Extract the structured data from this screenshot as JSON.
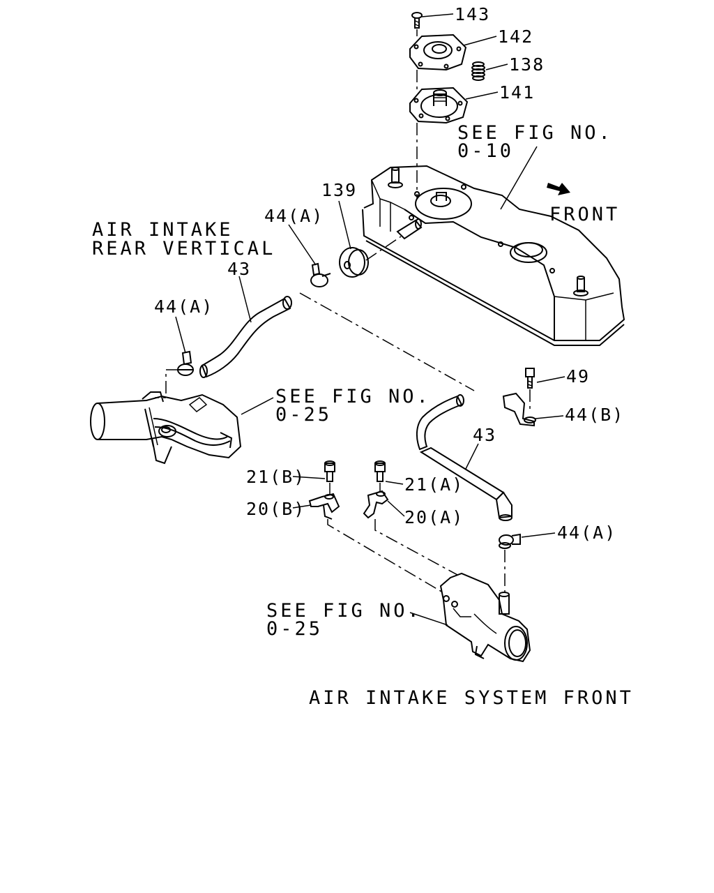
{
  "labels": {
    "p143": "143",
    "p142": "142",
    "p138": "138",
    "p141": "141",
    "see_fig_top_1": "SEE FIG NO.",
    "see_fig_top_2": "0-10",
    "front": "FRONT",
    "p139": "139",
    "p44a_top": "44(A)",
    "air_intake_rear_1": "AIR INTAKE",
    "air_intake_rear_2": "REAR VERTICAL",
    "p43_left": "43",
    "p44a_left": "44(A)",
    "see_fig_mid_1": "SEE FIG NO.",
    "see_fig_mid_2": "0-25",
    "p49": "49",
    "p44b": "44(B)",
    "p43_right": "43",
    "p21b": "21(B)",
    "p21a": "21(A)",
    "p20b": "20(B)",
    "p20a": "20(A)",
    "p44a_right": "44(A)",
    "see_fig_bot_1": "SEE FIG NO.",
    "see_fig_bot_2": "0-25",
    "air_intake_front": "AIR INTAKE SYSTEM FRONT"
  }
}
